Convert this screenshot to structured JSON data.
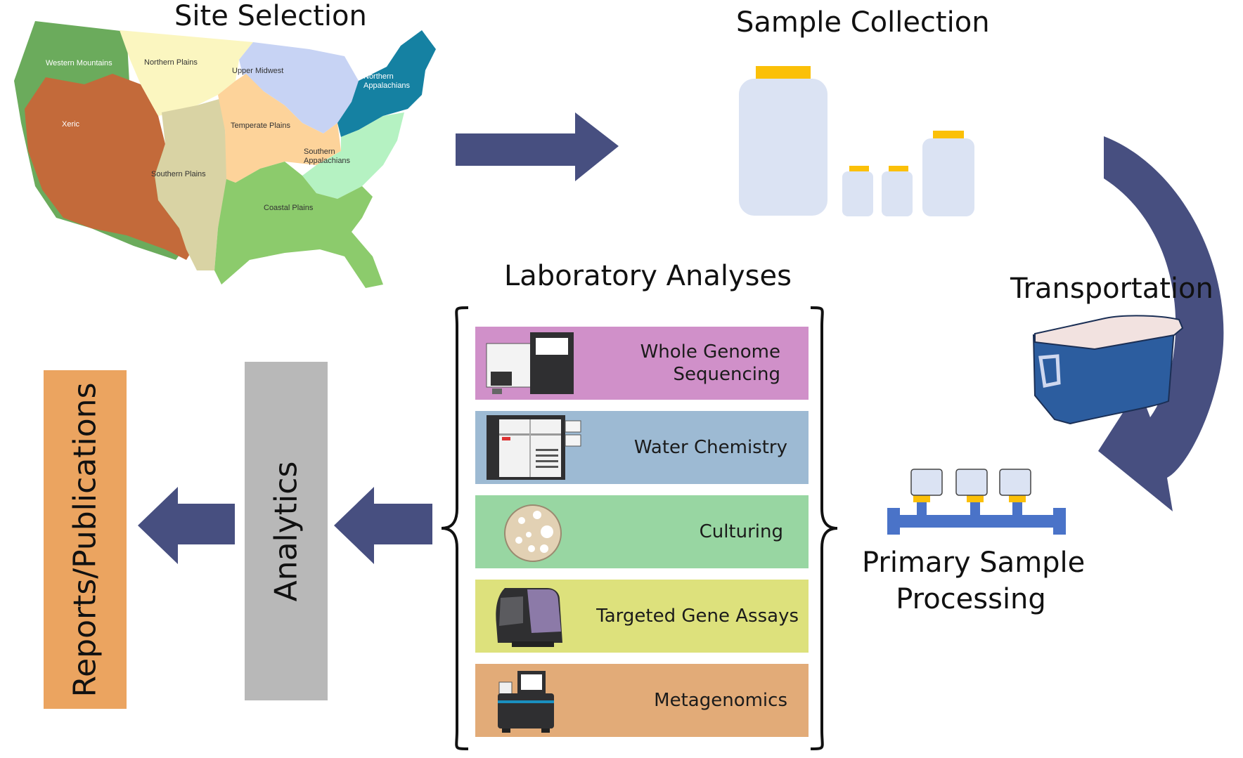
{
  "colors": {
    "arrow": "#474f80",
    "map_green": "#6bab5c",
    "map_xeric": "#c36a3a",
    "map_northern_plains": "#fbf6c0",
    "map_southern_plains": "#d9d3a4",
    "map_temperate": "#fdd39a",
    "map_upper_midwest": "#c7d3f4",
    "map_n_appalachians": "#1581a2",
    "map_s_appalachians": "#b5f2c2",
    "map_coastal": "#8ccb6c",
    "bottle_body": "#dbe3f3",
    "bottle_cap": "#fbc008",
    "cooler_blue": "#2c5d9f",
    "cooler_lid": "#f2e2e0",
    "wgs_bg": "#d090c9",
    "water_bg": "#9dbad3",
    "culture_bg": "#98d6a2",
    "targeted_bg": "#dde17c",
    "meta_bg": "#e2ab78",
    "analytics_bar": "#b8b8b8",
    "reports_bar": "#eba460"
  },
  "stages": {
    "site_selection": "Site Selection",
    "sample_collection": "Sample Collection",
    "transportation": "Transportation",
    "primary_processing": "Primary Sample\nProcessing",
    "laboratory_analyses": "Laboratory Analyses",
    "analytics": "Analytics",
    "reports": "Reports/Publications"
  },
  "map_regions": {
    "western_mountains": "Western Mountains",
    "northern_plains": "Northern Plains",
    "upper_midwest": "Upper Midwest",
    "northern_appalachians": "Northern\nAppalachians",
    "xeric": "Xeric",
    "temperate_plains": "Temperate Plains",
    "southern_appalachians": "Southern\nAppalachians",
    "southern_plains": "Southern Plains",
    "coastal_plains": "Coastal Plains"
  },
  "lab_analyses": [
    {
      "label": "Whole Genome\nSequencing",
      "icon": "sequencer-icon"
    },
    {
      "label": "Water Chemistry",
      "icon": "analyzer-icon"
    },
    {
      "label": "Culturing",
      "icon": "petri-dish-icon"
    },
    {
      "label": "Targeted Gene Assays",
      "icon": "pcr-machine-icon"
    },
    {
      "label": "Metagenomics",
      "icon": "minion-device-icon"
    }
  ]
}
